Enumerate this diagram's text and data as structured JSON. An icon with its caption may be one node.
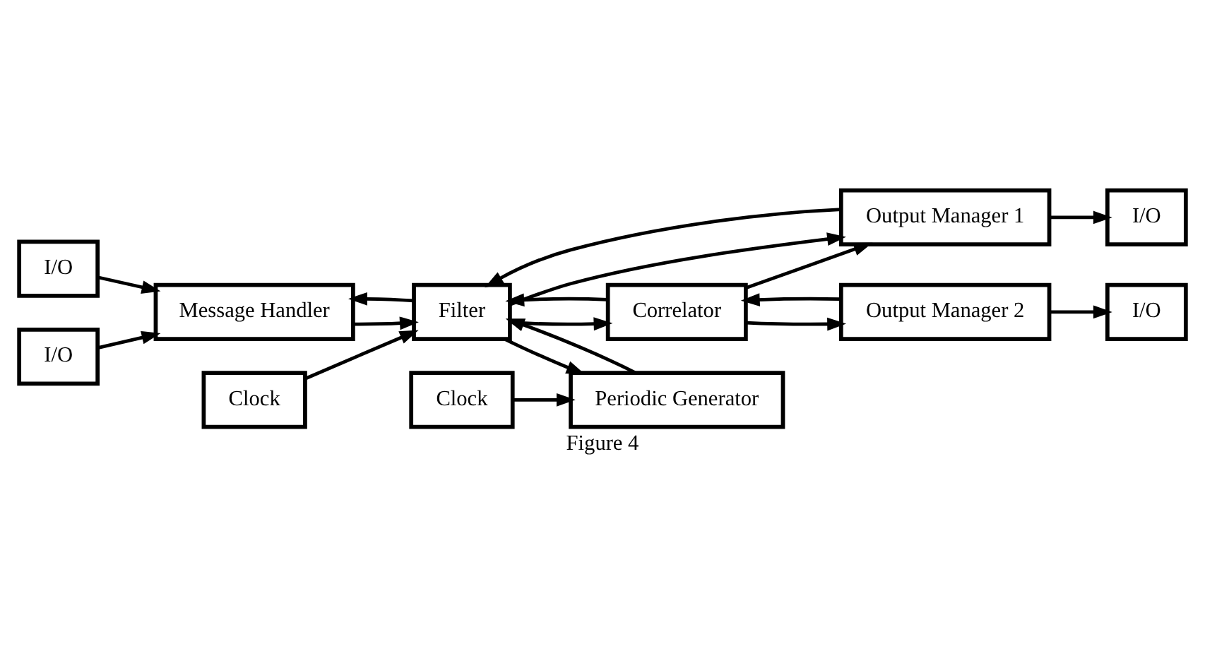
{
  "diagram": {
    "caption": "Figure 4",
    "nodes": [
      {
        "text": [
          "I/O"
        ]
      },
      {
        "text": [
          "I/O"
        ]
      },
      {
        "text": [
          "Clock"
        ]
      },
      {
        "text": [
          "Clock"
        ]
      },
      {
        "text": [
          "Message Handler"
        ]
      },
      {
        "text": [
          "Filter"
        ]
      },
      {
        "text": [
          "Correlator"
        ]
      },
      {
        "text": [
          "Periodic Generator"
        ]
      },
      {
        "text": [
          "Output Manager 1"
        ]
      },
      {
        "text": [
          "Output Manager 2"
        ]
      },
      {
        "text": [
          "I/O"
        ]
      },
      {
        "text": [
          "I/O"
        ]
      }
    ],
    "edges": [
      {
        "from": 0,
        "to": 4,
        "arrow": "to"
      },
      {
        "from": 1,
        "to": 4,
        "arrow": "to"
      },
      {
        "from": 5,
        "to": 4,
        "arrow": "to"
      },
      {
        "from": 4,
        "to": 5,
        "arrow": "to"
      },
      {
        "from": 2,
        "to": 5,
        "arrow": "to"
      },
      {
        "from": 7,
        "to": 5,
        "arrow": "to"
      },
      {
        "from": 5,
        "to": 7,
        "arrow": "to"
      },
      {
        "from": 6,
        "to": 5,
        "arrow": "to"
      },
      {
        "from": 5,
        "to": 6,
        "arrow": "to"
      },
      {
        "from": 5,
        "to": 8,
        "arrow": "to"
      },
      {
        "from": 8,
        "to": 5,
        "arrow": "to"
      },
      {
        "from": 6,
        "to": 8,
        "arrow": "to"
      },
      {
        "from": 3,
        "to": 7,
        "arrow": "to"
      },
      {
        "from": 8,
        "to": 10,
        "arrow": "to"
      },
      {
        "from": 9,
        "to": 11,
        "arrow": "to"
      },
      {
        "from": 6,
        "to": 9,
        "arrow": "to"
      },
      {
        "from": 9,
        "to": 6,
        "arrow": "to"
      }
    ]
  }
}
